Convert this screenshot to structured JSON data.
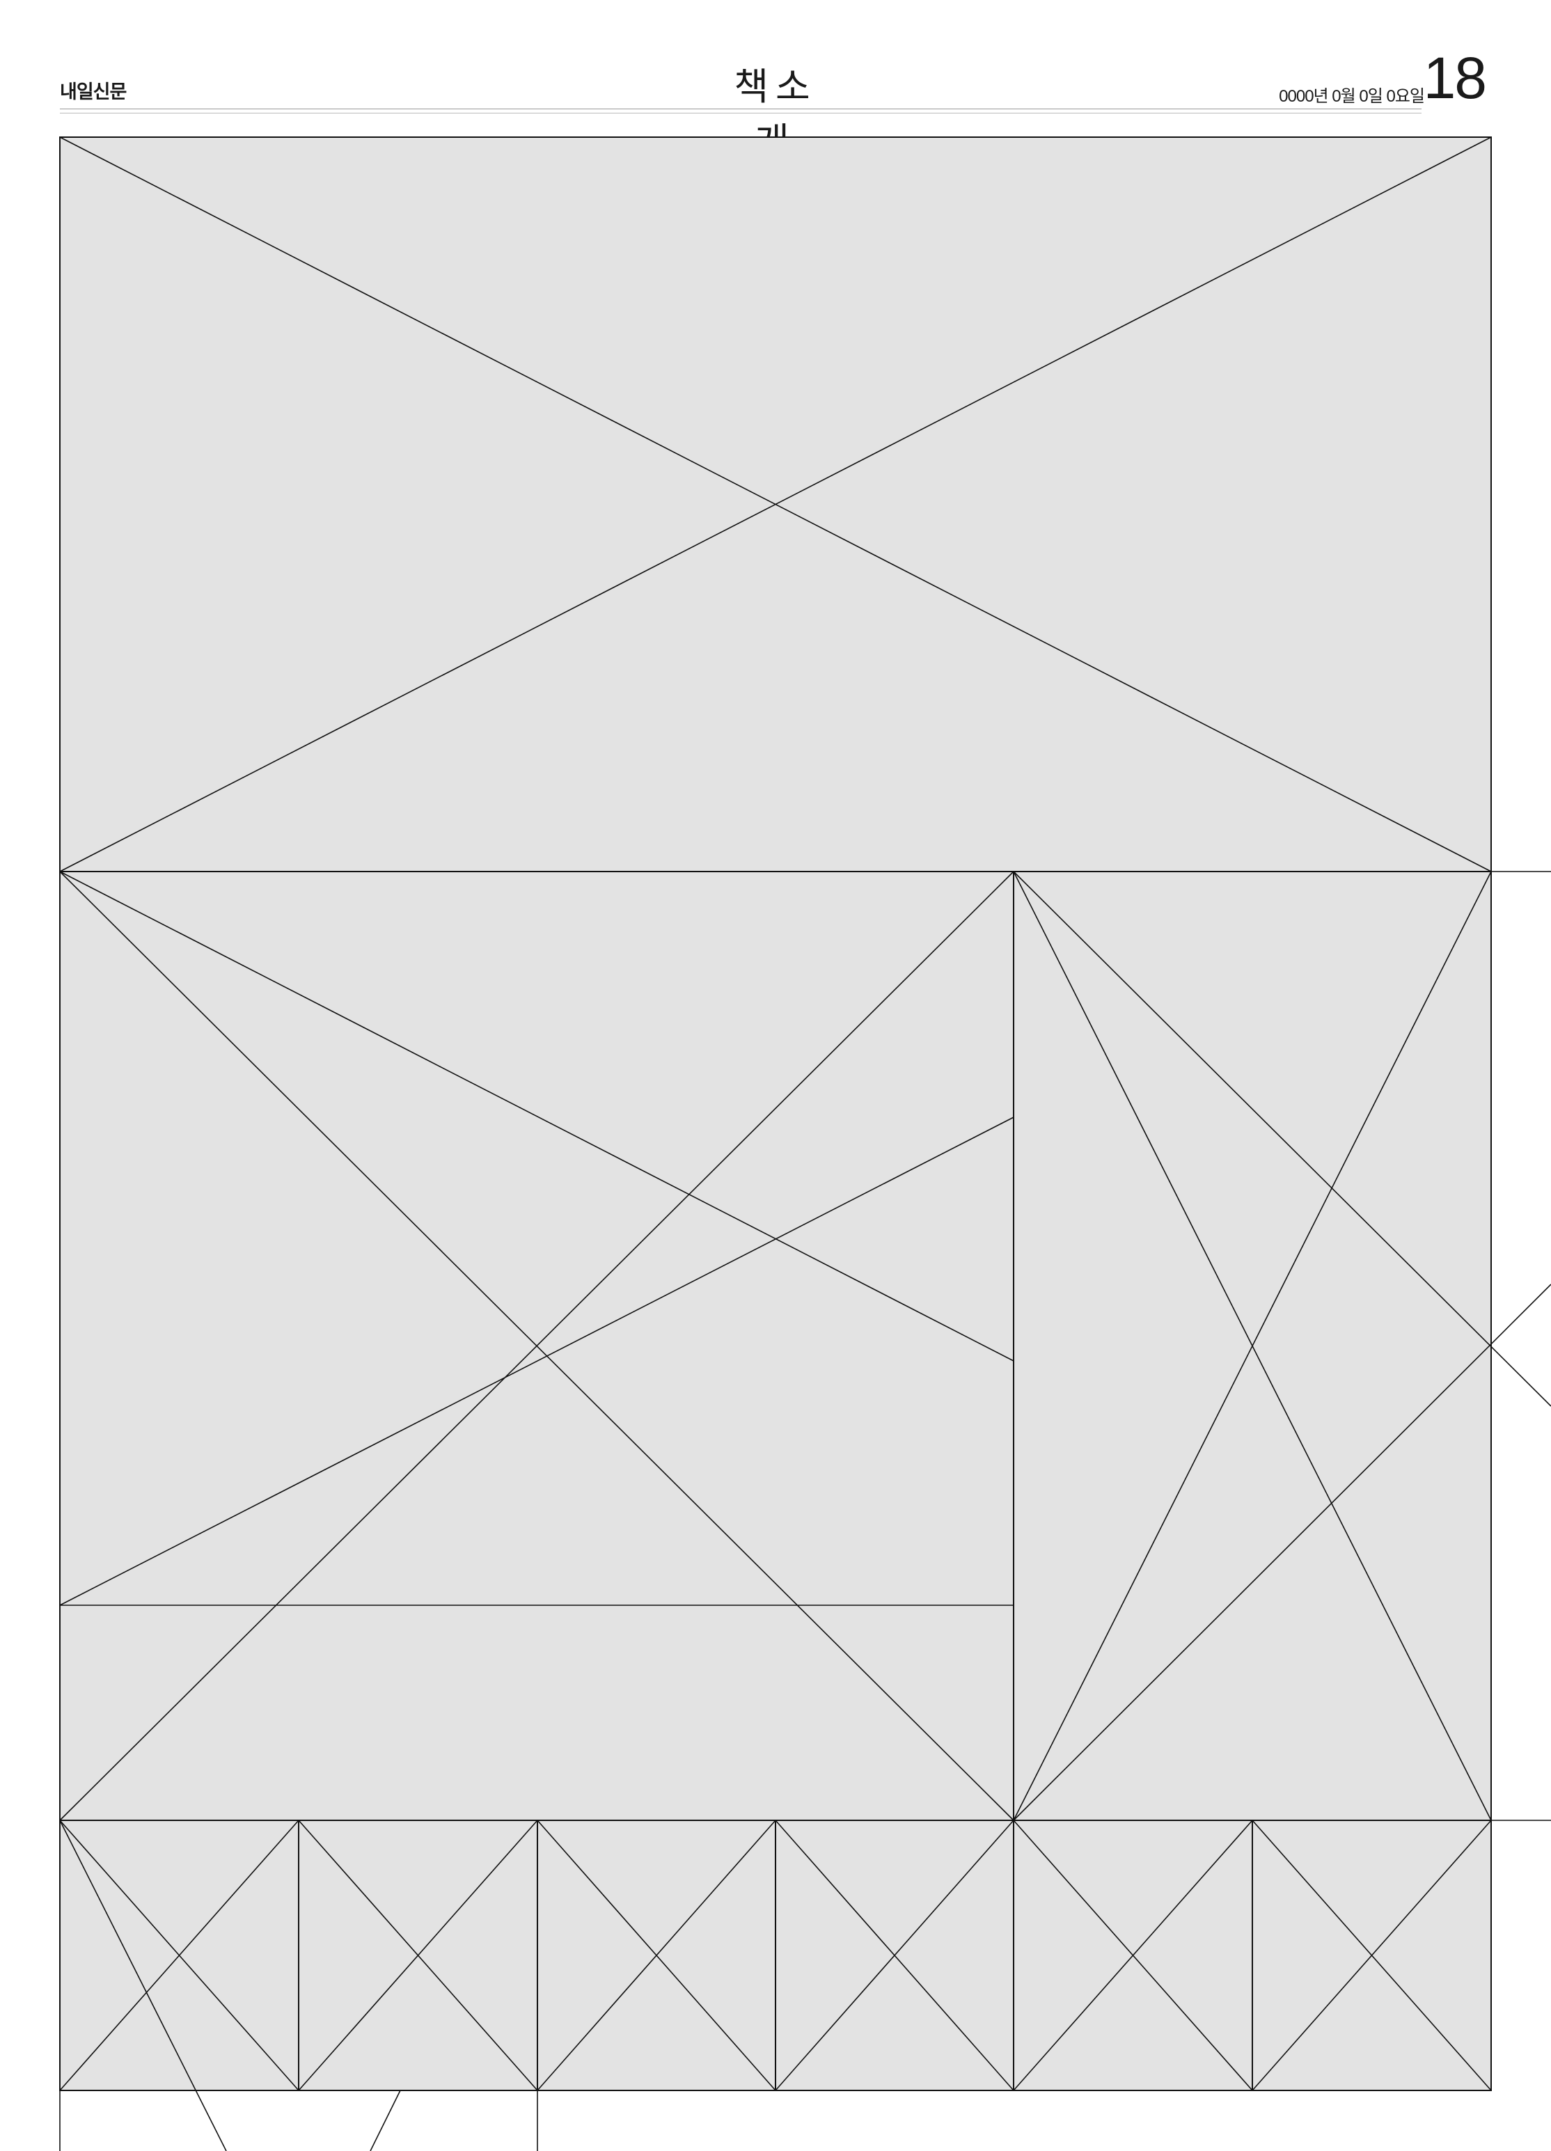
{
  "header": {
    "publication": "내일신문",
    "section": "책소개",
    "date": "0000년 0월 0일 0요일",
    "page_number": "18"
  },
  "colors": {
    "placeholder_fill": "#e3e3e3",
    "line": "#111111",
    "background": "#ffffff"
  }
}
